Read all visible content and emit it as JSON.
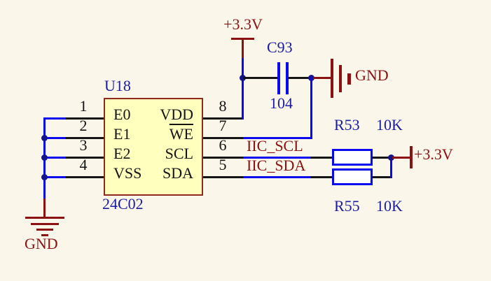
{
  "colors": {
    "canvas_bg": "#FAF7EA",
    "wire_blue": "#0A0AEF",
    "junction_navy": "#14148C",
    "pin_black": "#141414",
    "power_dark_red": "#8B1212",
    "designator_blue": "#1C1C9E",
    "chip_fill": "#FFFFBE",
    "chip_border": "#8F2A1E"
  },
  "chip": {
    "designator": "U18",
    "part_number": "24C02",
    "left_pins": [
      {
        "number": "1",
        "name": "E0"
      },
      {
        "number": "2",
        "name": "E1"
      },
      {
        "number": "3",
        "name": "E2"
      },
      {
        "number": "4",
        "name": "VSS"
      }
    ],
    "right_pins": [
      {
        "number": "8",
        "name": "VDD"
      },
      {
        "number": "7",
        "name": "WE"
      },
      {
        "number": "6",
        "name": "SCL"
      },
      {
        "number": "5",
        "name": "SDA"
      }
    ]
  },
  "capacitor": {
    "designator": "C93",
    "value": "104"
  },
  "resistors": {
    "r53": {
      "designator": "R53",
      "value": "10K"
    },
    "r55": {
      "designator": "R55",
      "value": "10K"
    }
  },
  "net_labels": {
    "scl": "IIC_SCL",
    "sda": "IIC_SDA"
  },
  "power_ports": {
    "vcc_top": "+3.3V",
    "vcc_right": "+3.3V",
    "gnd_right": "GND",
    "gnd_left": "GND"
  }
}
